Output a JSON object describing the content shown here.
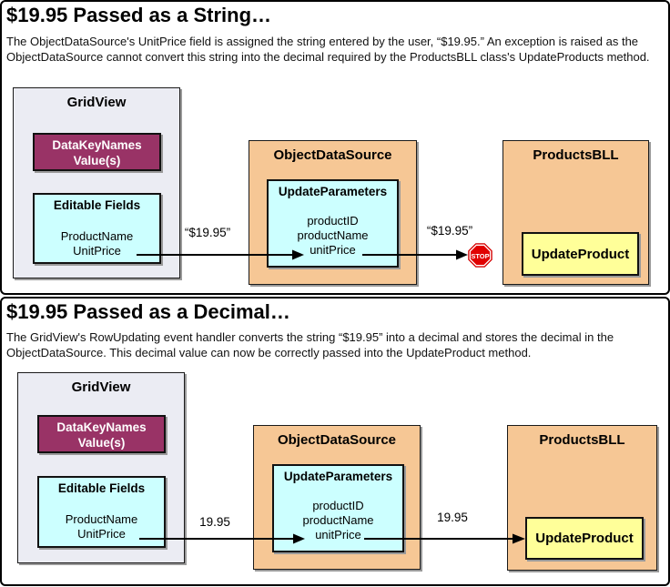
{
  "colors": {
    "gridview_bg": "#ebecf3",
    "datakeynames_bg": "#993366",
    "fields_bg": "#ccffff",
    "component_bg": "#f6c795",
    "method_bg": "#ffff99",
    "stop_red": "#e00000"
  },
  "panels": [
    {
      "title": "$19.95 Passed as a String…",
      "description": "The ObjectDataSource's UnitPrice field is assigned the string entered by the user, “$19.95.” An exception is raised as the ObjectDataSource cannot convert this string into the decimal required by the ProductsBLL class's UpdateProducts method.",
      "gridview": {
        "title": "GridView",
        "datakeynames_line1": "DataKeyNames",
        "datakeynames_line2": "Value(s)",
        "editable_fields_title": "Editable Fields",
        "fields": [
          "ProductName",
          "UnitPrice"
        ]
      },
      "objectdatasource": {
        "title": "ObjectDataSource",
        "updateparameters_title": "UpdateParameters",
        "fields": [
          "productID",
          "productName",
          "unitPrice"
        ]
      },
      "productsbll": {
        "title": "ProductsBLL",
        "method": "UpdateProduct"
      },
      "arrow1_label": "“$19.95”",
      "arrow2_label": "“$19.95”",
      "stop_label": "STOP"
    },
    {
      "title": "$19.95 Passed as a Decimal…",
      "description": "The GridView's RowUpdating event handler converts the string “$19.95” into a decimal and stores the decimal in the ObjectDataSource. This decimal value can now be correctly passed into the UpdateProduct method.",
      "gridview": {
        "title": "GridView",
        "datakeynames_line1": "DataKeyNames",
        "datakeynames_line2": "Value(s)",
        "editable_fields_title": "Editable Fields",
        "fields": [
          "ProductName",
          "UnitPrice"
        ]
      },
      "objectdatasource": {
        "title": "ObjectDataSource",
        "updateparameters_title": "UpdateParameters",
        "fields": [
          "productID",
          "productName",
          "unitPrice"
        ]
      },
      "productsbll": {
        "title": "ProductsBLL",
        "method": "UpdateProduct"
      },
      "arrow1_label": "19.95",
      "arrow2_label": "19.95"
    }
  ]
}
